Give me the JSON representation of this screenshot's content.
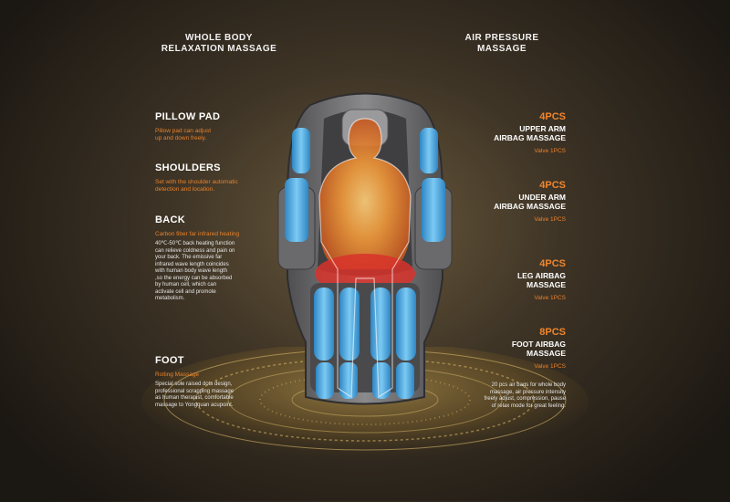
{
  "header": {
    "left_line1": "WHOLE BODY",
    "left_line2": "RELAXATION MASSAGE",
    "right_line1": "AIR PRESSURE",
    "right_line2": "MASSAGE"
  },
  "left": {
    "pillow": {
      "title": "PILLOW PAD",
      "sub1": "Pillow pad can adjust",
      "sub2": "up and down freely."
    },
    "shoulders": {
      "title": "SHOULDERS",
      "sub1": "Set with the shoulder automatic",
      "sub2": "detection and location."
    },
    "back": {
      "title": "BACK",
      "sub": "Carbon fiber far infrared heating",
      "lines": [
        "40℃-50℃ back heating function",
        "can relieve coldness and pain on",
        "your back. The emissive far",
        "infrared wave length coincides",
        "with  human body wave length",
        ",so the energy can be absorbed",
        "by human cell, which can",
        "activate cell and promote",
        "metabolism."
      ]
    },
    "foot": {
      "title": "FOOT",
      "sub": "Rolling Massage",
      "lines": [
        "Special sole raised dots design,",
        "professional scrapping massage",
        "as human therapist, comfortable",
        "massage to Yongquan acupoint."
      ]
    }
  },
  "right": {
    "upper_arm": {
      "count": "4PCS",
      "title1": "UPPER ARM",
      "title2": "AIRBAG MASSAGE",
      "valve": "Valve  1PCS"
    },
    "under_arm": {
      "count": "4PCS",
      "title1": "UNDER ARM",
      "title2": "AIRBAG MASSAGE",
      "valve": "Valve  1PCS"
    },
    "leg": {
      "count": "4PCS",
      "title1": "LEG AIRBAG",
      "title2": "MASSAGE",
      "valve": "Valve  1PCS"
    },
    "foot": {
      "count": "8PCS",
      "title1": "FOOT AIRBAG",
      "title2": "MASSAGE",
      "valve": "Valve  1PCS",
      "lines": [
        "20 pcs air bags for whole body",
        "massage, air pressure intensity",
        "freely adjust, compression, pause",
        "of relax mode for great feeling."
      ]
    }
  },
  "colors": {
    "accent_orange": "#e8812b",
    "airbag_blue": "#4aa8e0",
    "heat_red": "#d8322a",
    "chair_gray": "#6e6e70"
  }
}
